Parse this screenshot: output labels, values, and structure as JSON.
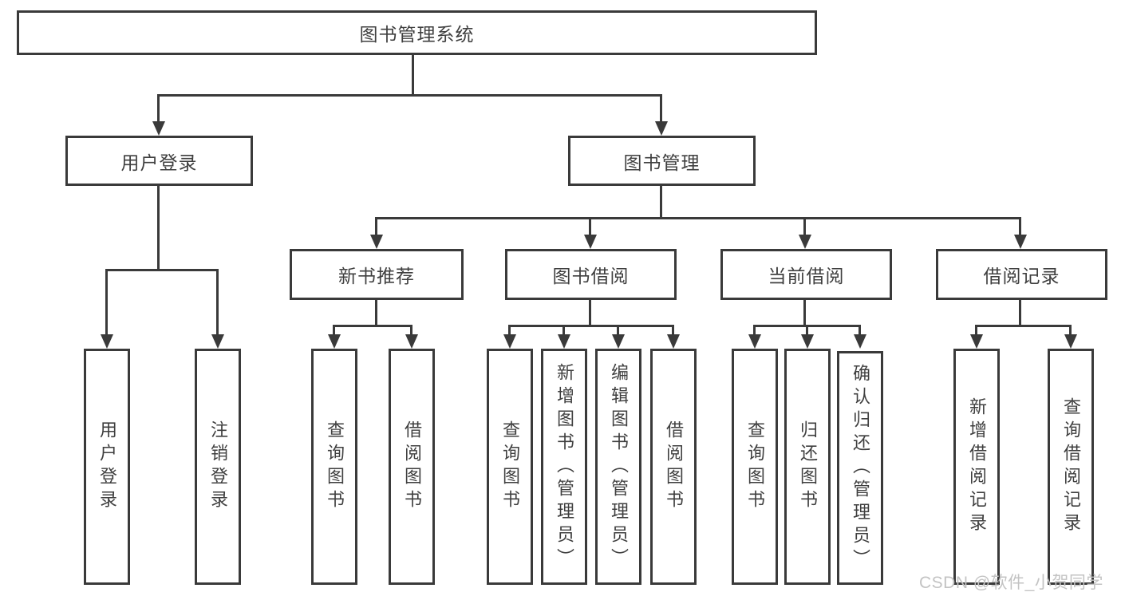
{
  "diagram": {
    "title": "图书管理系统",
    "nodes": {
      "root": "图书管理系统",
      "user_login": "用户登录",
      "book_management": "图书管理",
      "new_book_recommend": "新书推荐",
      "book_borrowing": "图书借阅",
      "current_borrowing": "当前借阅",
      "borrowing_records": "借阅记录",
      "leaf_user_login": "用户登录",
      "leaf_logout": "注销登录",
      "leaf_query_books_recommend": "查询图书",
      "leaf_borrow_books_recommend": "借阅图书",
      "leaf_query_books_borrowing": "查询图书",
      "leaf_add_books_admin": "新增图书（管理员）",
      "leaf_edit_books_admin": "编辑图书（管理员）",
      "leaf_borrow_books_borrowing": "借阅图书",
      "leaf_query_books_current": "查询图书",
      "leaf_return_books": "归还图书",
      "leaf_confirm_return_admin": "确认归还（管理员）",
      "leaf_add_borrow_record": "新增借阅记录",
      "leaf_query_borrow_record": "查询借阅记录"
    },
    "colors": {
      "line": "#3a3a3a",
      "text": "#3f3f3f",
      "background": "#ffffff",
      "watermark": "#c3c3c3"
    }
  },
  "watermark": "CSDN @软件_小贺同学"
}
